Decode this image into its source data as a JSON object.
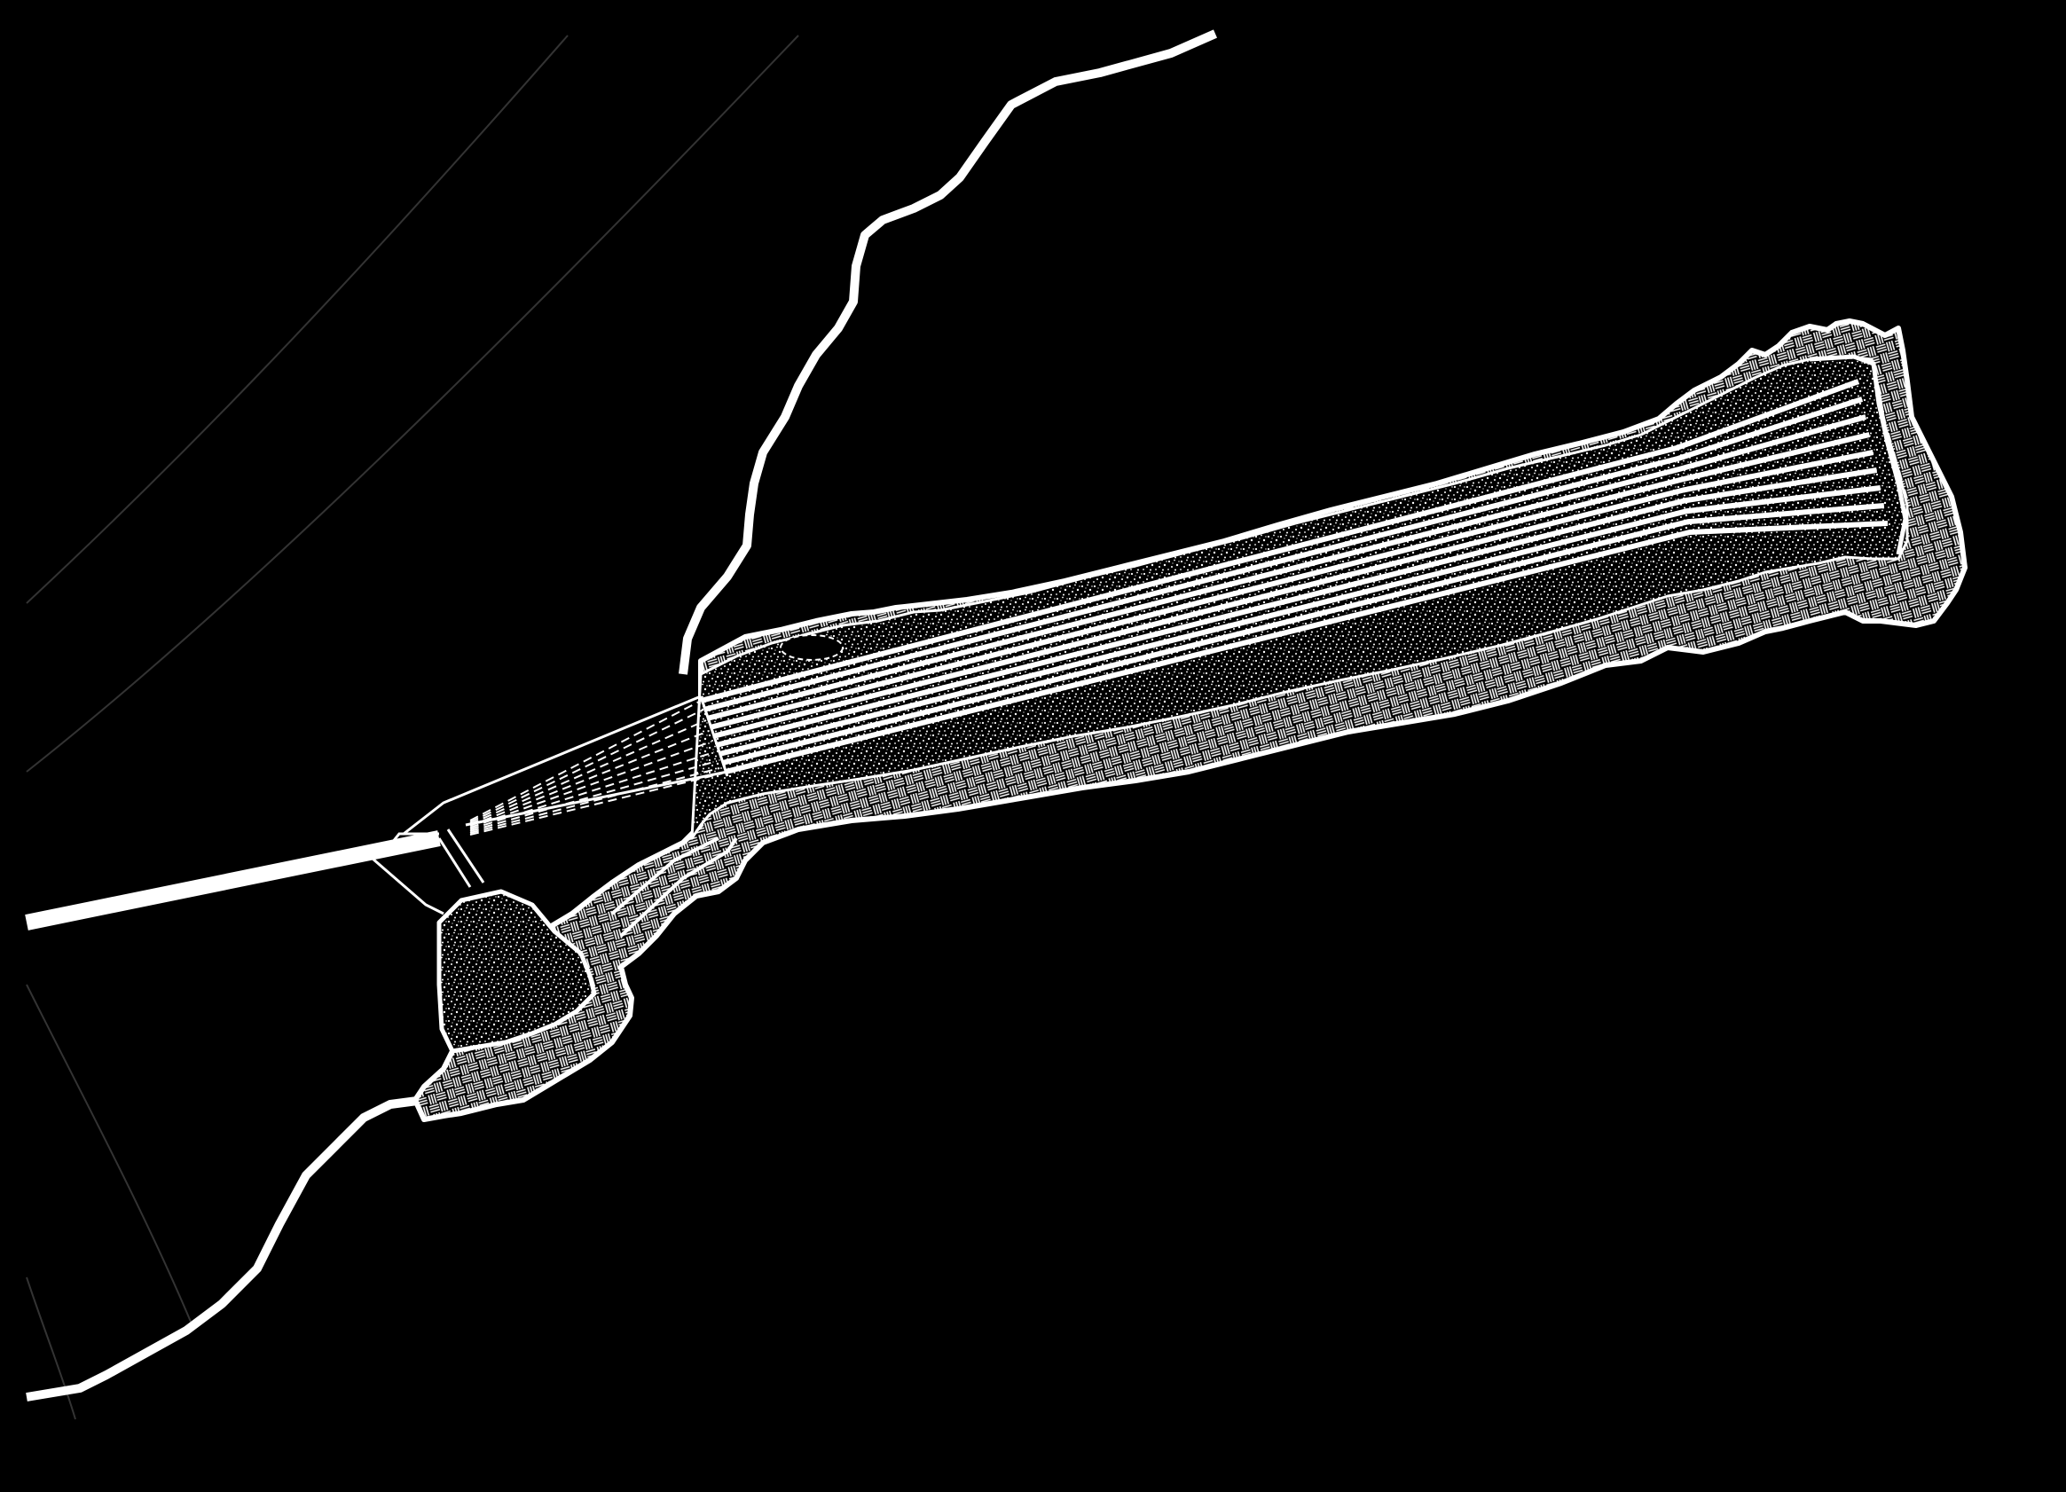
{
  "drawing": {
    "background": "#000000",
    "stroke": "#ffffff",
    "elements": [
      "shoreline",
      "faint-contour-lines",
      "approach-cable",
      "splice-chamber",
      "concrete-encasement",
      "cable-fan-out",
      "parallel-cable-bundle",
      "terminal-end-block"
    ],
    "parallel_cable_count": 9
  }
}
